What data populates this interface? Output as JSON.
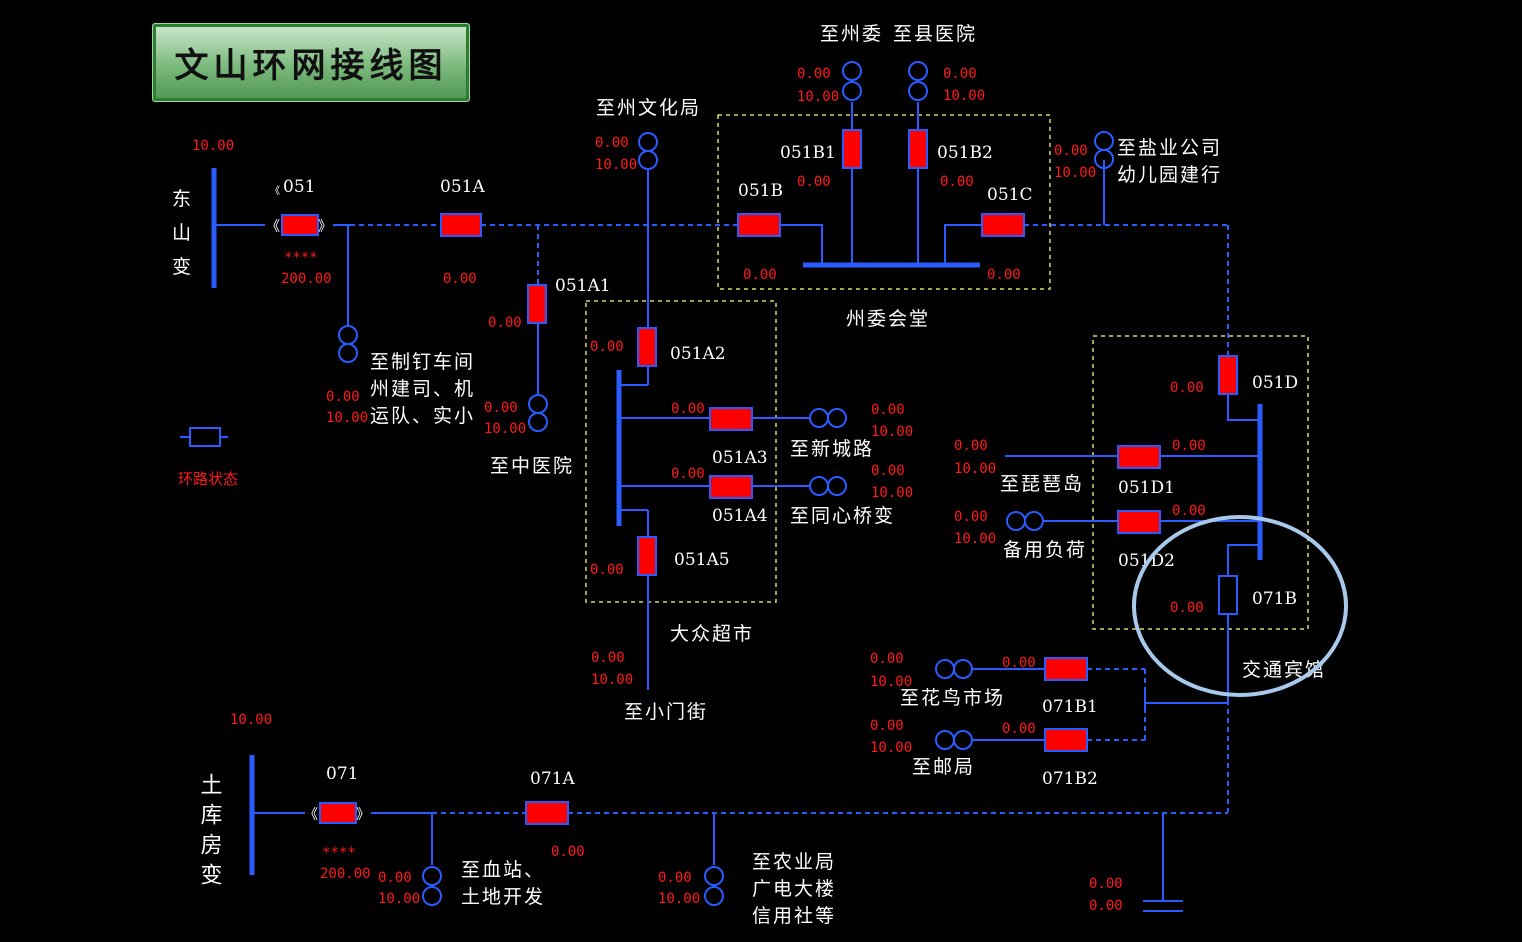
{
  "title": "文山环网接线图",
  "legend": {
    "label": "环路状态"
  },
  "colors": {
    "line": "#2a5bff",
    "breaker": "#ff0000",
    "value": "#ff1a1a",
    "text": "#ffffff",
    "box": "#d8d86a",
    "highlight": "#a9c9ea"
  },
  "stations": {
    "dongshan": "东山变",
    "tukufang": "土库房变"
  },
  "switches": {
    "s051": "051",
    "s051A": "051A",
    "s051A1": "051A1",
    "s051A2": "051A2",
    "s051A3": "051A3",
    "s051A4": "051A4",
    "s051A5": "051A5",
    "s051B": "051B",
    "s051B1": "051B1",
    "s051B2": "051B2",
    "s051C": "051C",
    "s051D": "051D",
    "s051D1": "051D1",
    "s051D2": "051D2",
    "s071": "071",
    "s071A": "071A",
    "s071B": "071B",
    "s071B1": "071B1",
    "s071B2": "071B2"
  },
  "loads": {
    "zhouwei": "至州委",
    "xianyiyuan": "至县医院",
    "wenhuaju": "至州文化局",
    "yanye1": "至盐业公司",
    "yanye2": "幼儿园建行",
    "zhiding1": "至制钉车间",
    "zhiding2": "州建司、机",
    "zhiding3": "运队、实小",
    "zhongyiyuan": "至中医院",
    "xinchenglu": "至新城路",
    "tongxinqiao": "至同心桥变",
    "xiaomenjie": "至小门街",
    "pipadao": "至琵琶岛",
    "beiyong": "备用负荷",
    "huaniao": "至花鸟市场",
    "youju": "至邮局",
    "xuezhan1": "至血站、",
    "xuezhan2": "土地开发",
    "nongye1": "至农业局",
    "nongye2": "广电大楼",
    "nongye3": "信用社等"
  },
  "areas": {
    "zhouwei_hall": "州委会堂",
    "dazhong": "大众超市",
    "jiaotong": "交通宾馆"
  },
  "values": {
    "zero": "0.00",
    "ten": "10.00",
    "rated": "200.00",
    "stars": "****"
  }
}
